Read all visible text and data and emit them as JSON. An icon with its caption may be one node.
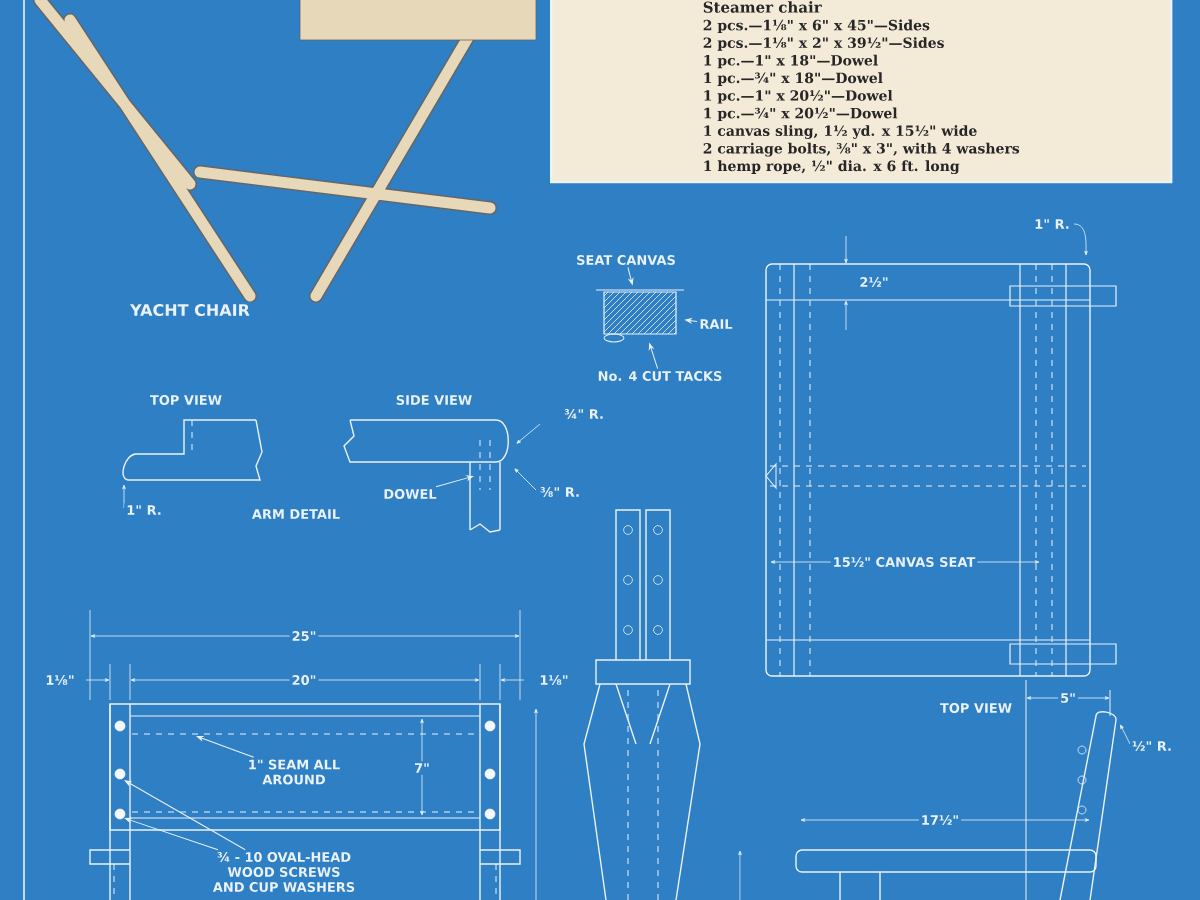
{
  "diagram": {
    "nodes": [
      {
        "text": [
          "Steamer chair",
          "2 pcs.—1⅛\" x 6\" x 45\"—Sides",
          "2 pcs.—1⅛\" x 2\" x 39½\"—Sides",
          "1 pc.—1\" x 18\"—Dowel",
          "1 pc.—¾\" x 18\"—Dowel",
          "1 pc.—1\" x 20½\"—Dowel",
          "1 pc.—¾\" x 20½\"—Dowel",
          "1 canvas sling, 1½ yd. x 15½\" wide",
          "2 carriage bolts, ⅜\" x 3\", with 4 washers",
          "1 hemp rope, ½\" dia. x 6 ft. long"
        ]
      },
      {
        "text": [
          "DOWEL"
        ]
      },
      {
        "text": [
          "SEAT CANVAS"
        ]
      },
      {
        "text": [
          "RAIL"
        ]
      },
      {
        "text": [
          "No. 4 CUT TACKS"
        ]
      },
      {
        "text": [
          "1\" SEAM ALL AROUND"
        ]
      },
      {
        "text": [
          "¾ - 10 OVAL-HEAD WOOD SCREWS AND CUP WASHERS"
        ]
      },
      {
        "text": [],
        "shape": "picture"
      }
    ],
    "edges": [
      {
        "from": 1,
        "to": null,
        "arrow": "to"
      },
      {
        "from": 2,
        "to": 7,
        "arrow": "to"
      },
      {
        "from": 3,
        "to": 7,
        "arrow": "to"
      },
      {
        "from": 4,
        "to": 7,
        "arrow": "to"
      },
      {
        "from": 5,
        "to": null,
        "arrow": "to"
      },
      {
        "from": 6,
        "to": null,
        "arrow": "to"
      },
      {
        "from": 6,
        "to": null,
        "arrow": "to"
      }
    ],
    "labels": [
      "YACHT CHAIR",
      "TOP VIEW",
      "SIDE VIEW",
      "1\" R.",
      "ARM DETAIL",
      "¾\" R.",
      "⅜\" R.",
      "2½\"",
      "1\" R.",
      "15½\" CANVAS SEAT",
      "TOP VIEW",
      "25\"",
      "1⅛\"",
      "20\"",
      "1⅛\"",
      "7\"",
      "5\"",
      "½\" R.",
      "17½\""
    ]
  }
}
